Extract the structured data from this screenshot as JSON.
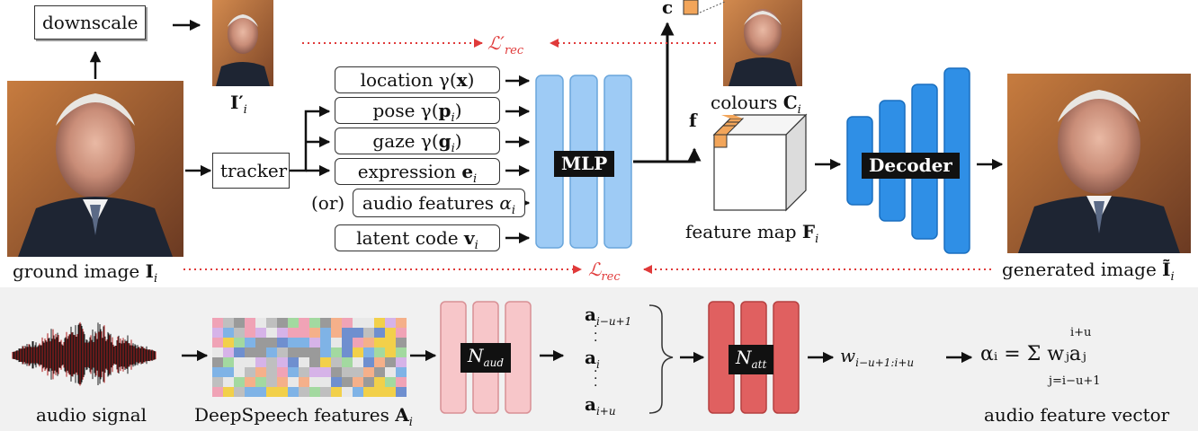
{
  "top": {
    "downscale": "downscale",
    "small_image_label": "I′",
    "small_image_sub": "i",
    "loss_rec_prime": "ℒ′",
    "loss_rec_prime_sub": "rec",
    "c_label": "c",
    "f_label": "f",
    "colours_label": "colours ",
    "colours_sym": "C",
    "colours_sub": "i",
    "inputs": [
      {
        "text": "location γ(",
        "sym": "x",
        "sub": "",
        "close": ")"
      },
      {
        "text": "pose γ(",
        "sym": "p",
        "sub": "i",
        "close": ")"
      },
      {
        "text": "gaze γ(",
        "sym": "g",
        "sub": "i",
        "close": ")"
      },
      {
        "text": "expression ",
        "sym": "e",
        "sub": "i",
        "close": ""
      },
      {
        "text": "audio features ",
        "sym": "α",
        "sub": "i",
        "close": ""
      },
      {
        "text": "latent code ",
        "sym": "v",
        "sub": "i",
        "close": ""
      }
    ],
    "or_label": "(or)",
    "tracker": "tracker",
    "mlp": "MLP",
    "decoder": "Decoder",
    "feature_map_label": "feature map ",
    "feature_map_sym": "F",
    "feature_map_sub": "i",
    "ground_label": "ground image ",
    "ground_sym": "I",
    "ground_sub": "i",
    "generated_label": "generated image ",
    "generated_sym": "Ĩ",
    "generated_sub": "i",
    "loss_rec": "ℒ",
    "loss_rec_sub": "rec"
  },
  "bottom": {
    "audio_signal": "audio signal",
    "deepspeech_label": "DeepSpeech features ",
    "deepspeech_sym": "A",
    "deepspeech_sub": "i",
    "n_aud": "N",
    "n_aud_sub": "aud",
    "n_att": "N",
    "n_att_sub": "att",
    "a_top": "a",
    "a_top_sub": "i−u+1",
    "a_mid": "a",
    "a_mid_sub": "i",
    "a_bot": "a",
    "a_bot_sub": "i+u",
    "w_label": "w",
    "w_sub": "i−u+1:i+u",
    "alpha_eq": "αᵢ = Σ wⱼaⱼ",
    "sum_upper": "i+u",
    "sum_lower": "j=i−u+1",
    "audio_feature_vector": "audio feature vector"
  },
  "colors": {
    "mlp_fill": "#9ecbf5",
    "decoder_fill": "#2f8fe6",
    "n_aud_fill": "#f7c6c9",
    "n_att_fill": "#e06060",
    "loss_red": "#e03a3a",
    "feature_orange": "#f2a55a"
  }
}
